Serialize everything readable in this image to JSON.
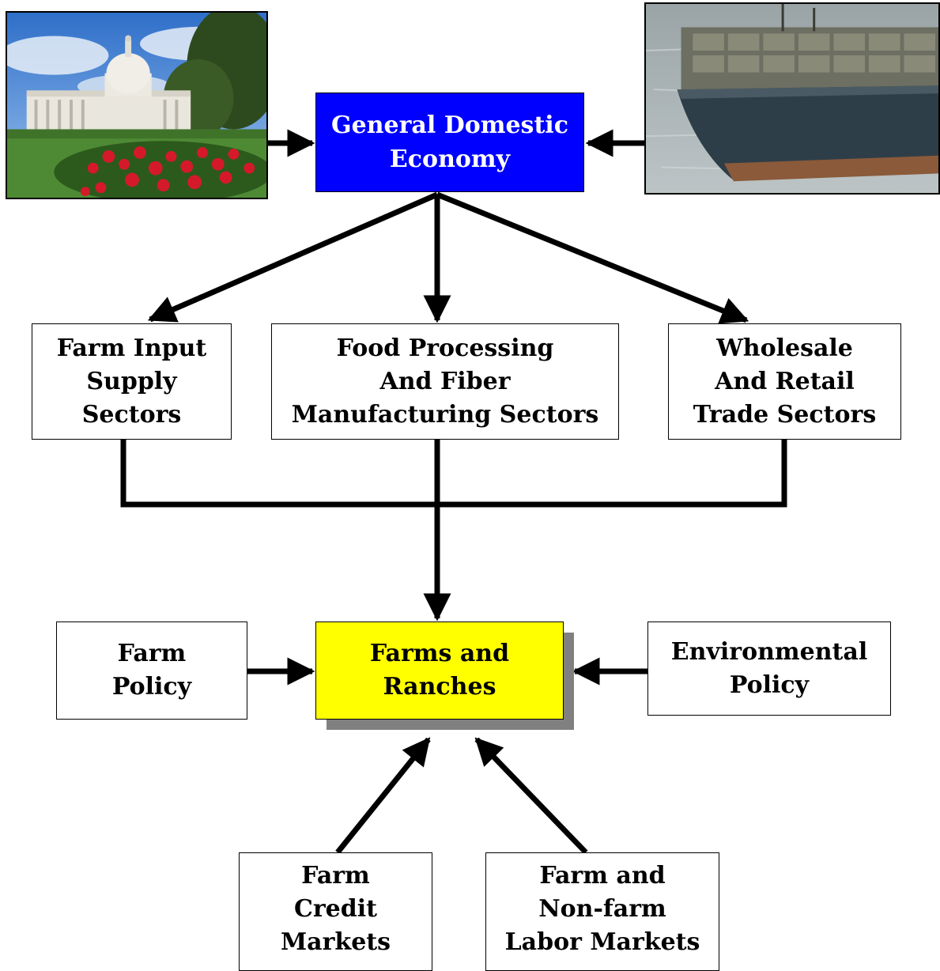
{
  "diagram": {
    "nodes": {
      "general_economy": "General Domestic\nEconomy",
      "farm_input": "Farm Input\nSupply\nSectors",
      "food_processing": "Food Processing\nAnd Fiber\nManufacturing Sectors",
      "wholesale_retail": "Wholesale\nAnd Retail\nTrade Sectors",
      "farm_policy": "Farm\nPolicy",
      "farms_ranches": "Farms and\nRanches",
      "environmental_policy": "Environmental\nPolicy",
      "farm_credit": "Farm\nCredit\nMarkets",
      "labor_markets": "Farm and\nNon-farm\nLabor Markets"
    },
    "images": [
      "capitol-building-photo",
      "cargo-ship-photo"
    ],
    "colors": {
      "general_economy_fill": "#0000ff",
      "farms_ranches_fill": "#ffff00",
      "shadow": "#808080",
      "arrow": "#000000"
    }
  }
}
